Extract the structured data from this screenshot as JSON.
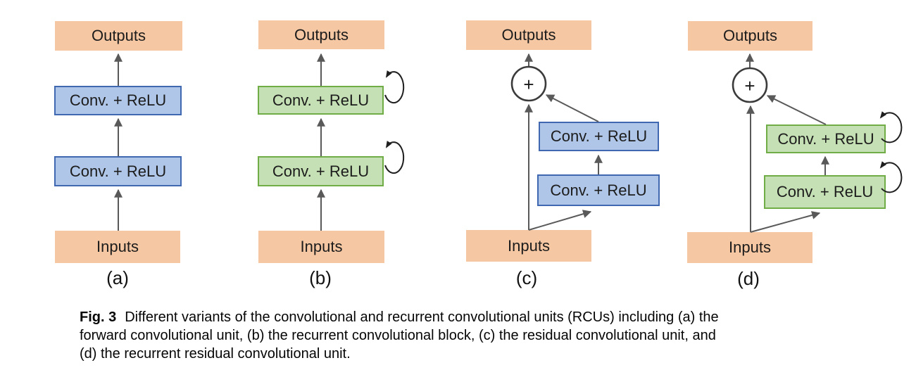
{
  "figure": {
    "caption": {
      "label": "Fig. 3",
      "line1": "Different variants of the convolutional and recurrent convolutional units (RCUs) including (a) the",
      "line2": "forward convolutional unit, (b) the recurrent convolutional block, (c) the residual convolutional unit, and",
      "line3": "(d) the recurrent residual convolutional unit."
    },
    "panels": [
      {
        "label": "(a)",
        "outputs": "Outputs",
        "conv1": "Conv. + ReLU",
        "conv2": "Conv. + ReLU",
        "inputs": "Inputs"
      },
      {
        "label": "(b)",
        "outputs": "Outputs",
        "conv1": "Conv. + ReLU",
        "conv2": "Conv. + ReLU",
        "inputs": "Inputs"
      },
      {
        "label": "(c)",
        "outputs": "Outputs",
        "conv1": "Conv. + ReLU",
        "conv2": "Conv. + ReLU",
        "inputs": "Inputs",
        "plus": "+"
      },
      {
        "label": "(d)",
        "outputs": "Outputs",
        "conv1": "Conv. + ReLU",
        "conv2": "Conv. + ReLU",
        "inputs": "Inputs",
        "plus": "+"
      }
    ],
    "colors": {
      "io_fill": "#F5C7A2",
      "conv_blue_fill": "#AFC6E8",
      "conv_blue_border": "#4068B0",
      "conv_green_fill": "#C5E0B4",
      "conv_green_border": "#70AD47",
      "arrow": "#595959",
      "loop_arrow": "#1f1f1f",
      "sum_node_stroke": "#3b3b3b"
    }
  }
}
